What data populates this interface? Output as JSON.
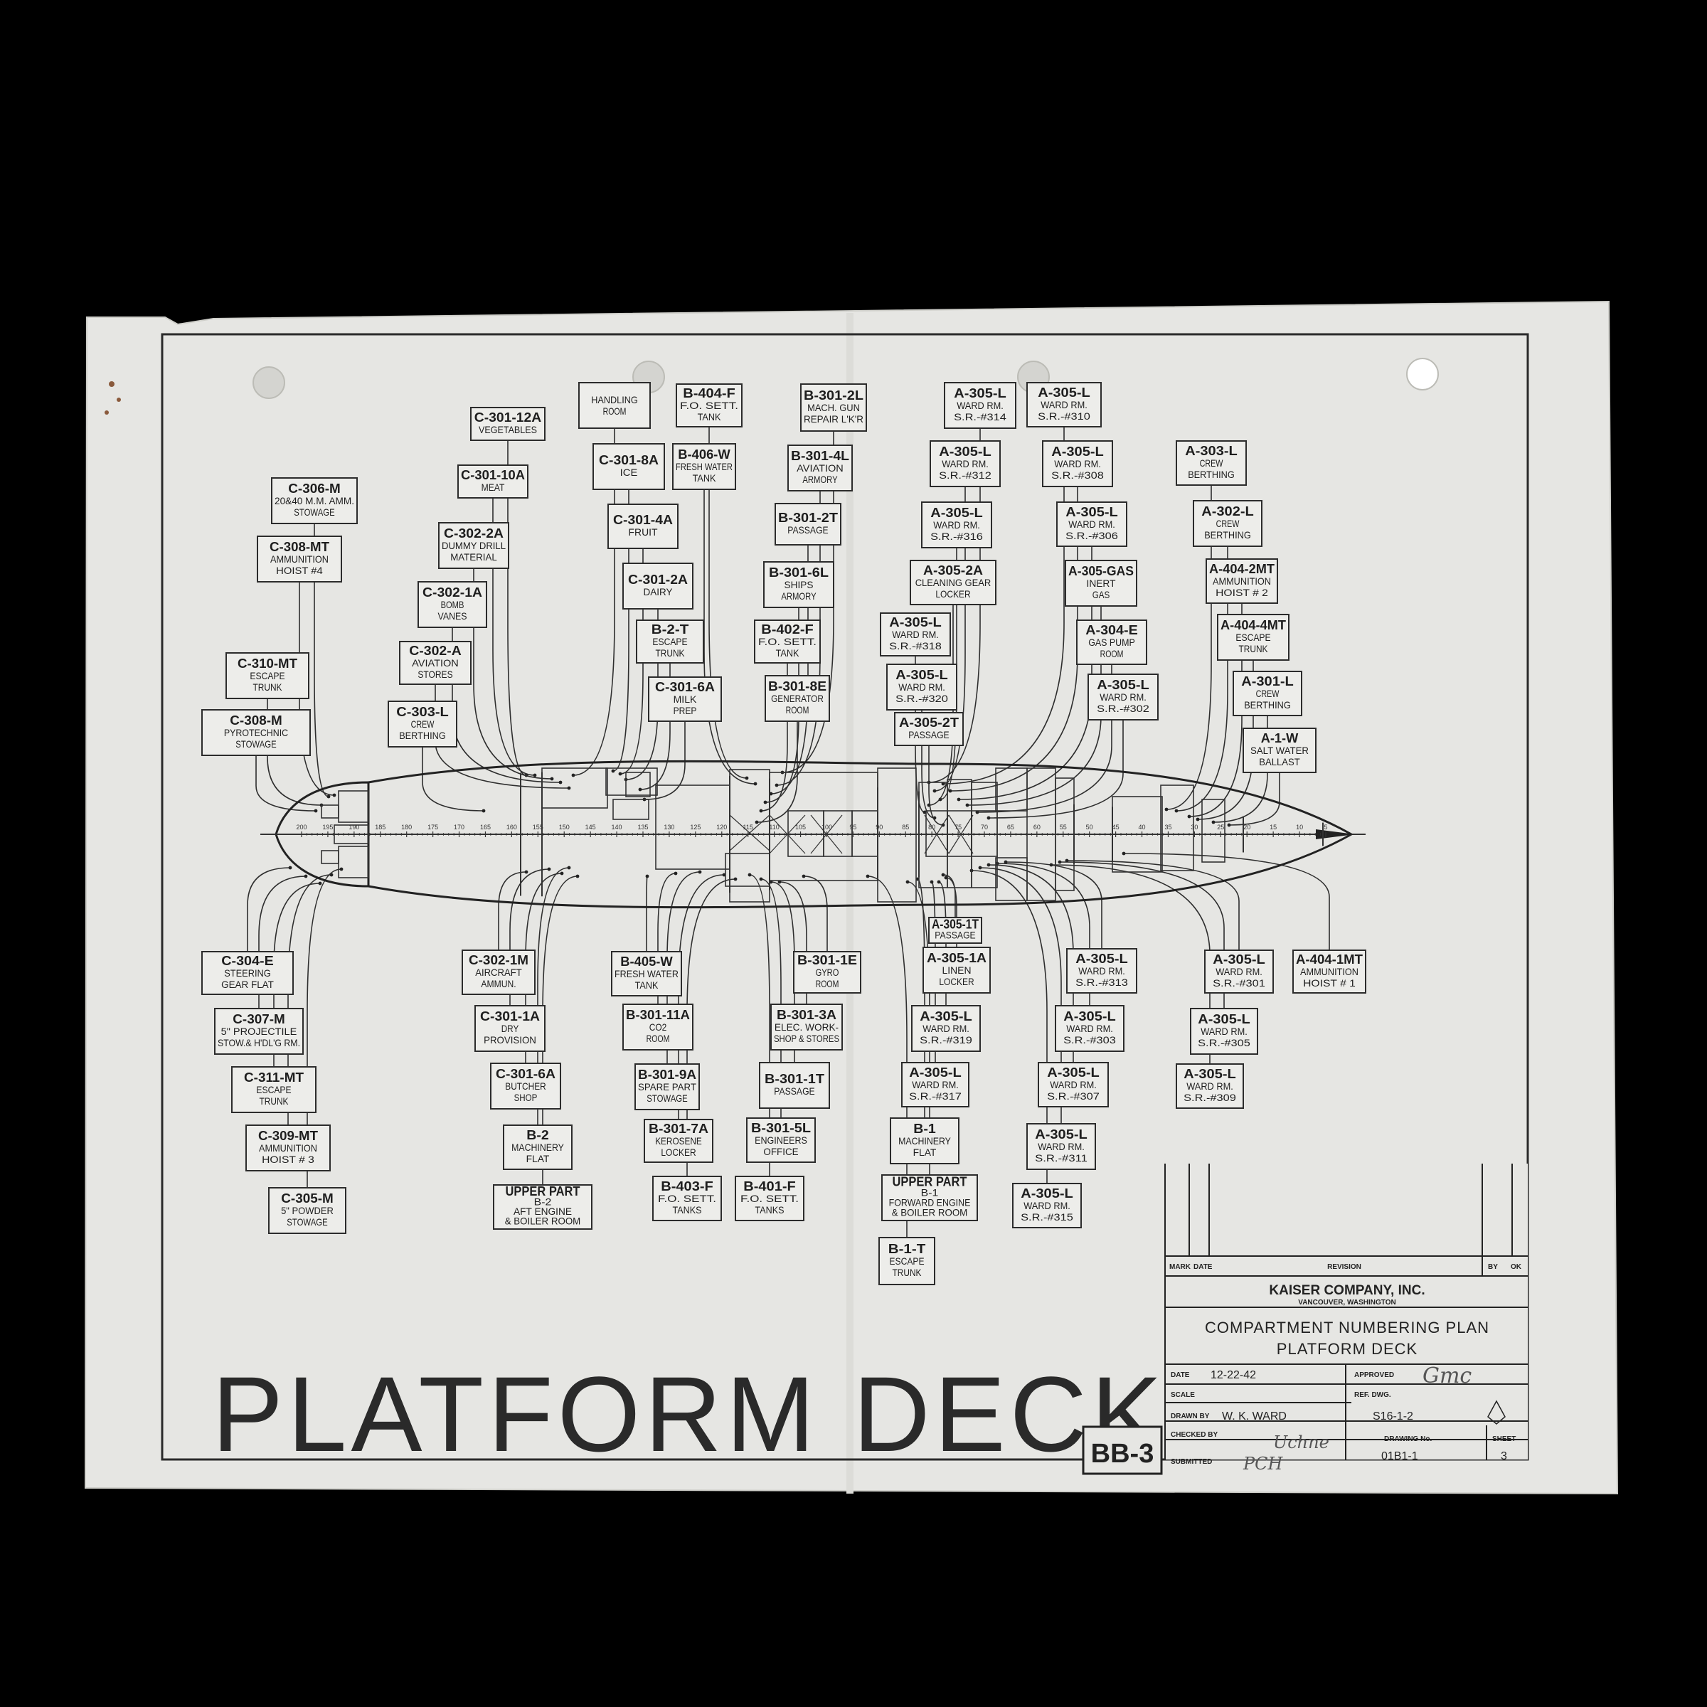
{
  "drawing": {
    "title": "PLATFORM DECK",
    "sheet_tag": "BB-3"
  },
  "hull": {
    "frames": [
      "200",
      "195",
      "190",
      "185",
      "180",
      "175",
      "170",
      "165",
      "160",
      "155",
      "150",
      "145",
      "140",
      "135",
      "130",
      "125",
      "120",
      "115",
      "110",
      "105",
      "100",
      "95",
      "90",
      "85",
      "80",
      "75",
      "70",
      "65",
      "60",
      "55",
      "50",
      "45",
      "40",
      "35",
      "30",
      "25",
      "20",
      "15",
      "10",
      "5"
    ]
  },
  "labels": [
    {
      "code": "C-306-M",
      "lines": [
        "20&40 M.M. AMM.",
        "STOWAGE"
      ]
    },
    {
      "code": "C-308-MT",
      "lines": [
        "AMMUNITION",
        "HOIST #4"
      ]
    },
    {
      "code": "C-310-MT",
      "lines": [
        "ESCAPE",
        "TRUNK"
      ]
    },
    {
      "code": "C-308-M",
      "lines": [
        "PYROTECHNIC",
        "STOWAGE"
      ]
    },
    {
      "code": "C-301-12A",
      "lines": [
        "VEGETABLES"
      ]
    },
    {
      "code": "C-301-10A",
      "lines": [
        "MEAT"
      ]
    },
    {
      "code": "C-302-2A",
      "lines": [
        "DUMMY DRILL",
        "MATERIAL"
      ]
    },
    {
      "code": "C-302-1A",
      "lines": [
        "BOMB",
        "VANES"
      ]
    },
    {
      "code": "C-302-A",
      "lines": [
        "AVIATION",
        "STORES"
      ]
    },
    {
      "code": "C-303-L",
      "lines": [
        "CREW",
        "BERTHING"
      ]
    },
    {
      "code": "",
      "lines": [
        "HANDLING",
        "ROOM"
      ]
    },
    {
      "code": "C-301-8A",
      "lines": [
        "ICE"
      ]
    },
    {
      "code": "C-301-4A",
      "lines": [
        "FRUIT"
      ]
    },
    {
      "code": "C-301-2A",
      "lines": [
        "DAIRY"
      ]
    },
    {
      "code": "B-2-T",
      "lines": [
        "ESCAPE",
        "TRUNK"
      ]
    },
    {
      "code": "C-301-6A",
      "lines": [
        "MILK",
        "PREP"
      ]
    },
    {
      "code": "B-404-F",
      "lines": [
        "F.O. SETT.",
        "TANK"
      ]
    },
    {
      "code": "B-406-W",
      "lines": [
        "FRESH WATER",
        "TANK"
      ]
    },
    {
      "code": "B-301-2L",
      "lines": [
        "MACH. GUN",
        "REPAIR L'K'R"
      ]
    },
    {
      "code": "B-301-4L",
      "lines": [
        "AVIATION",
        "ARMORY"
      ]
    },
    {
      "code": "B-301-2T",
      "lines": [
        "PASSAGE"
      ]
    },
    {
      "code": "B-301-6L",
      "lines": [
        "SHIPS",
        "ARMORY"
      ]
    },
    {
      "code": "B-402-F",
      "lines": [
        "F.O. SETT.",
        "TANK"
      ]
    },
    {
      "code": "B-301-8E",
      "lines": [
        "GENERATOR",
        "ROOM"
      ]
    },
    {
      "code": "A-305-L",
      "lines": [
        "WARD RM.",
        "S.R.-#314"
      ]
    },
    {
      "code": "A-305-L",
      "lines": [
        "WARD RM.",
        "S.R.-#310"
      ]
    },
    {
      "code": "A-305-L",
      "lines": [
        "WARD RM.",
        "S.R.-#312"
      ]
    },
    {
      "code": "A-305-L",
      "lines": [
        "WARD RM.",
        "S.R.-#308"
      ]
    },
    {
      "code": "A-305-L",
      "lines": [
        "WARD RM.",
        "S.R.-#316"
      ]
    },
    {
      "code": "A-305-L",
      "lines": [
        "WARD RM.",
        "S.R.-#306"
      ]
    },
    {
      "code": "A-305-2A",
      "lines": [
        "CLEANING GEAR",
        "LOCKER"
      ]
    },
    {
      "code": "A-305-GAS",
      "lines": [
        "INERT",
        "GAS"
      ]
    },
    {
      "code": "A-305-L",
      "lines": [
        "WARD RM.",
        "S.R.-#318"
      ]
    },
    {
      "code": "A-304-E",
      "lines": [
        "GAS PUMP",
        "ROOM"
      ]
    },
    {
      "code": "A-305-L",
      "lines": [
        "WARD RM.",
        "S.R.-#320"
      ]
    },
    {
      "code": "A-305-L",
      "lines": [
        "WARD RM.",
        "S.R.-#302"
      ]
    },
    {
      "code": "A-305-2T",
      "lines": [
        "PASSAGE"
      ]
    },
    {
      "code": "A-303-L",
      "lines": [
        "CREW",
        "BERTHING"
      ]
    },
    {
      "code": "A-302-L",
      "lines": [
        "CREW",
        "BERTHING"
      ]
    },
    {
      "code": "A-404-2MT",
      "lines": [
        "AMMUNITION",
        "HOIST # 2"
      ]
    },
    {
      "code": "A-404-4MT",
      "lines": [
        "ESCAPE",
        "TRUNK"
      ]
    },
    {
      "code": "A-301-L",
      "lines": [
        "CREW",
        "BERTHING"
      ]
    },
    {
      "code": "A-1-W",
      "lines": [
        "SALT WATER",
        "BALLAST"
      ]
    },
    {
      "code": "C-304-E",
      "lines": [
        "STEERING",
        "GEAR FLAT"
      ]
    },
    {
      "code": "C-307-M",
      "lines": [
        "5\" PROJECTILE",
        "STOW.& H'DL'G RM."
      ]
    },
    {
      "code": "C-311-MT",
      "lines": [
        "ESCAPE",
        "TRUNK"
      ]
    },
    {
      "code": "C-309-MT",
      "lines": [
        "AMMUNITION",
        "HOIST # 3"
      ]
    },
    {
      "code": "C-305-M",
      "lines": [
        "5\" POWDER",
        "STOWAGE"
      ]
    },
    {
      "code": "C-302-1M",
      "lines": [
        "AIRCRAFT",
        "AMMUN."
      ]
    },
    {
      "code": "C-301-1A",
      "lines": [
        "DRY",
        "PROVISION"
      ]
    },
    {
      "code": "C-301-6A",
      "lines": [
        "BUTCHER",
        "SHOP"
      ]
    },
    {
      "code": "B-2",
      "lines": [
        "MACHINERY",
        "FLAT"
      ]
    },
    {
      "code": "UPPER PART",
      "lines": [
        "B-2",
        "AFT ENGINE",
        "& BOILER ROOM"
      ]
    },
    {
      "code": "B-405-W",
      "lines": [
        "FRESH WATER",
        "TANK"
      ]
    },
    {
      "code": "B-301-11A",
      "lines": [
        "CO2",
        "ROOM"
      ]
    },
    {
      "code": "B-301-9A",
      "lines": [
        "SPARE PART",
        "STOWAGE"
      ]
    },
    {
      "code": "B-301-7A",
      "lines": [
        "KEROSENE",
        "LOCKER"
      ]
    },
    {
      "code": "B-403-F",
      "lines": [
        "F.O. SETT.",
        "TANKS"
      ]
    },
    {
      "code": "B-301-1E",
      "lines": [
        "GYRO",
        "ROOM"
      ]
    },
    {
      "code": "B-301-3A",
      "lines": [
        "ELEC. WORK-",
        "SHOP & STORES"
      ]
    },
    {
      "code": "B-301-1T",
      "lines": [
        "PASSAGE"
      ]
    },
    {
      "code": "B-301-5L",
      "lines": [
        "ENGINEERS",
        "OFFICE"
      ]
    },
    {
      "code": "B-401-F",
      "lines": [
        "F.O. SETT.",
        "TANKS"
      ]
    },
    {
      "code": "A-305-1T",
      "lines": [
        "PASSAGE"
      ]
    },
    {
      "code": "A-305-1A",
      "lines": [
        "LINEN",
        "LOCKER"
      ]
    },
    {
      "code": "A-305-L",
      "lines": [
        "WARD RM.",
        "S.R.-#319"
      ]
    },
    {
      "code": "A-305-L",
      "lines": [
        "WARD RM.",
        "S.R.-#317"
      ]
    },
    {
      "code": "B-1",
      "lines": [
        "MACHINERY",
        "FLAT"
      ]
    },
    {
      "code": "UPPER PART",
      "lines": [
        "B-1",
        "FORWARD ENGINE",
        "& BOILER ROOM"
      ]
    },
    {
      "code": "B-1-T",
      "lines": [
        "ESCAPE",
        "TRUNK"
      ]
    },
    {
      "code": "A-305-L",
      "lines": [
        "WARD RM.",
        "S.R.-#313"
      ]
    },
    {
      "code": "A-305-L",
      "lines": [
        "WARD RM.",
        "S.R.-#303"
      ]
    },
    {
      "code": "A-305-L",
      "lines": [
        "WARD RM.",
        "S.R.-#307"
      ]
    },
    {
      "code": "A-305-L",
      "lines": [
        "WARD RM.",
        "S.R.-#311"
      ]
    },
    {
      "code": "A-305-L",
      "lines": [
        "WARD RM.",
        "S.R.-#315"
      ]
    },
    {
      "code": "A-305-L",
      "lines": [
        "WARD RM.",
        "S.R.-#301"
      ]
    },
    {
      "code": "A-305-L",
      "lines": [
        "WARD RM.",
        "S.R.-#305"
      ]
    },
    {
      "code": "A-305-L",
      "lines": [
        "WARD RM.",
        "S.R.-#309"
      ]
    },
    {
      "code": "A-404-1MT",
      "lines": [
        "AMMUNITION",
        "HOIST # 1"
      ]
    }
  ],
  "title_block": {
    "mark_label": "MARK",
    "date_col_label": "DATE",
    "revision_label": "REVISION",
    "by_label": "BY",
    "ok_label": "OK",
    "company": "KAISER COMPANY, INC.",
    "location": "VANCOUVER, WASHINGTON",
    "title_line1": "COMPARTMENT  NUMBERING  PLAN",
    "title_line2": "PLATFORM  DECK",
    "date_label": "DATE",
    "date_value": "12-22-42",
    "approved_label": "APPROVED",
    "approved_sig": "Gmc",
    "scale_label": "SCALE",
    "ref_dwg_label": "REF. DWG.",
    "ref_dwg_value": "S16-1-2",
    "drawn_by_label": "DRAWN BY",
    "drawn_by_value": "W. K. WARD",
    "checked_by_label": "CHECKED BY",
    "checked_sig": "Uchne",
    "submitted_label": "SUBMITTED",
    "submitted_value": "PCH",
    "drawing_no_label": "DRAWING No.",
    "drawing_no_value": "01B1-1",
    "sheet_label": "SHEET",
    "sheet_value": "3"
  },
  "colors": {
    "background": "#000000",
    "paper": "#e8e8e5",
    "ink": "#222222"
  }
}
